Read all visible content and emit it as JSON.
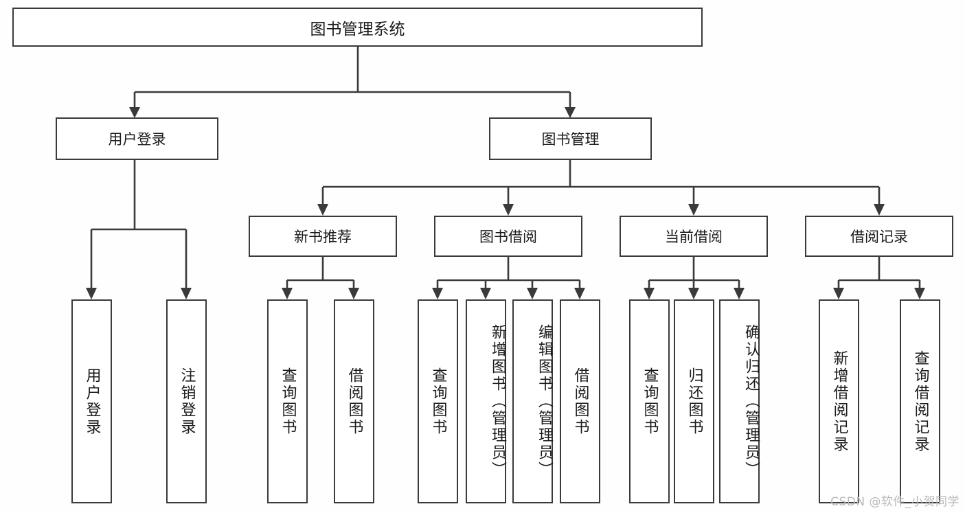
{
  "diagram": {
    "type": "tree-hierarchy",
    "title": "图书管理系统",
    "orientation": "top-down",
    "accent_color": "#3a3a3a",
    "background_color": "#fefefe",
    "root": {
      "label": "图书管理系统"
    },
    "level1": [
      {
        "label": "用户登录"
      },
      {
        "label": "图书管理"
      }
    ],
    "level2": [
      {
        "label": "新书推荐"
      },
      {
        "label": "图书借阅"
      },
      {
        "label": "当前借阅"
      },
      {
        "label": "借阅记录"
      }
    ],
    "leaves": {
      "user_login": [
        {
          "label": "用户登录"
        },
        {
          "label": "注销登录"
        }
      ],
      "new_book_recommend": [
        {
          "label": "查询图书"
        },
        {
          "label": "借阅图书"
        }
      ],
      "book_borrow": [
        {
          "label": "查询图书"
        },
        {
          "label": "新增图书（管理员）"
        },
        {
          "label": "编辑图书（管理员）"
        },
        {
          "label": "借阅图书"
        }
      ],
      "current_borrow": [
        {
          "label": "查询图书"
        },
        {
          "label": "归还图书"
        },
        {
          "label": "确认归还（管理员）"
        }
      ],
      "borrow_record": [
        {
          "label": "新增借阅记录"
        },
        {
          "label": "查询借阅记录"
        }
      ]
    }
  },
  "watermark": {
    "text": "CSDN @软件_小贺同学"
  }
}
